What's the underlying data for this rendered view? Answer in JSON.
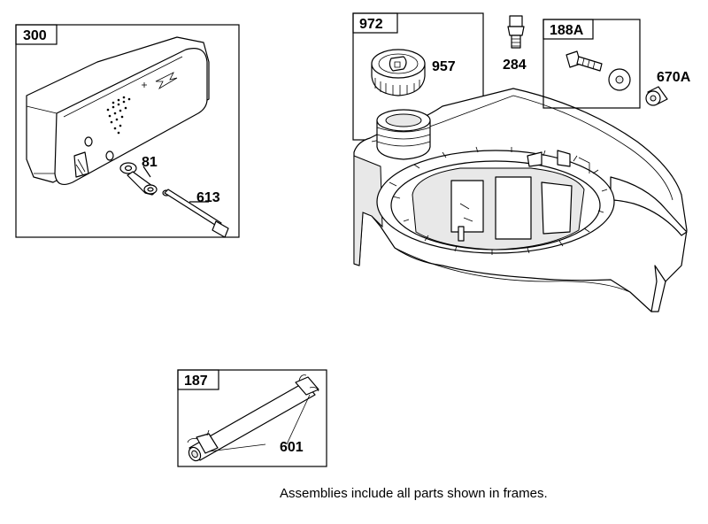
{
  "frames": [
    {
      "id": "muffler",
      "label": "300"
    },
    {
      "id": "fuel-cap",
      "label": "972"
    },
    {
      "id": "bolt-assembly",
      "label": "188A"
    },
    {
      "id": "fuel-line",
      "label": "187"
    }
  ],
  "callouts": {
    "washer": "81",
    "muffler_screw": "613",
    "cap": "957",
    "fitting": "284",
    "spacer": "670A",
    "clamp": "601"
  },
  "note": "Assemblies include all parts shown in frames."
}
